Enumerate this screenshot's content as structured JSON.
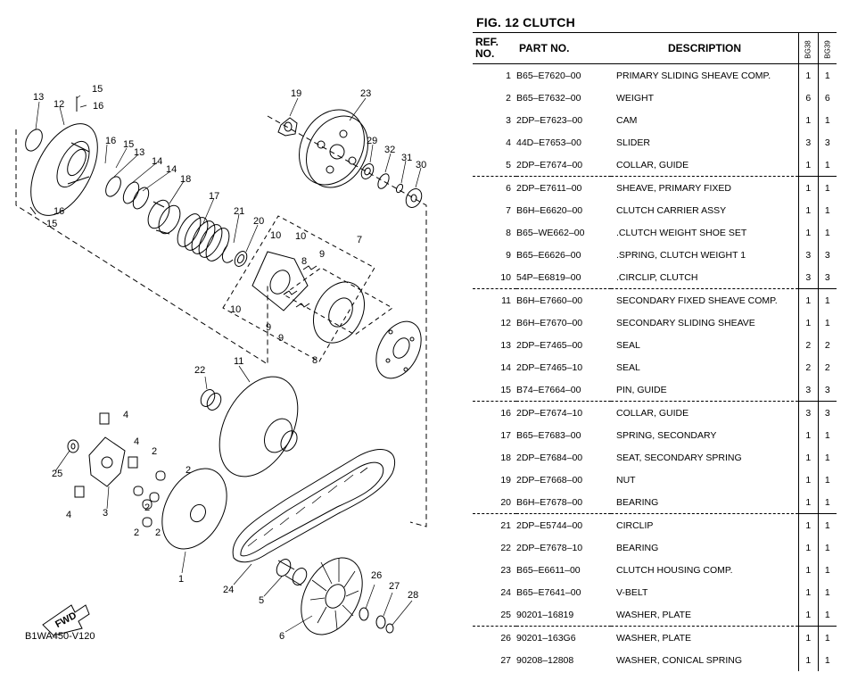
{
  "diagram": {
    "labels": [
      "1",
      "2",
      "2",
      "2",
      "2",
      "2",
      "3",
      "4",
      "4",
      "4",
      "5",
      "6",
      "7",
      "8",
      "8",
      "9",
      "9",
      "9",
      "10",
      "10",
      "10",
      "11",
      "12",
      "13",
      "13",
      "14",
      "14",
      "15",
      "15",
      "15",
      "16",
      "16",
      "16",
      "17",
      "18",
      "19",
      "20",
      "21",
      "22",
      "23",
      "24",
      "25",
      "26",
      "27",
      "28",
      "29",
      "30",
      "31",
      "32"
    ],
    "fwd_label": "FWD",
    "image_code": "B1WA450-V120"
  },
  "parts_panel": {
    "title": "FIG. 12  CLUTCH",
    "headers": {
      "ref_line1": "REF.",
      "ref_line2": "NO.",
      "part_no": "PART NO.",
      "description": "DESCRIPTION",
      "model_a": "BG38",
      "model_b": "BG39"
    },
    "rows": [
      {
        "ref": "1",
        "part_no": "B65–E7620–00",
        "desc": "PRIMARY SLIDING SHEAVE COMP.",
        "qa": "1",
        "qb": "1",
        "group_start": false
      },
      {
        "ref": "2",
        "part_no": "B65–E7632–00",
        "desc": "WEIGHT",
        "qa": "6",
        "qb": "6",
        "group_start": false
      },
      {
        "ref": "3",
        "part_no": "2DP–E7623–00",
        "desc": "CAM",
        "qa": "1",
        "qb": "1",
        "group_start": false
      },
      {
        "ref": "4",
        "part_no": "44D–E7653–00",
        "desc": "SLIDER",
        "qa": "3",
        "qb": "3",
        "group_start": false
      },
      {
        "ref": "5",
        "part_no": "2DP–E7674–00",
        "desc": "COLLAR, GUIDE",
        "qa": "1",
        "qb": "1",
        "group_start": false
      },
      {
        "ref": "6",
        "part_no": "2DP–E7611–00",
        "desc": "SHEAVE, PRIMARY FIXED",
        "qa": "1",
        "qb": "1",
        "group_start": true
      },
      {
        "ref": "7",
        "part_no": "B6H–E6620–00",
        "desc": "CLUTCH CARRIER ASSY",
        "qa": "1",
        "qb": "1",
        "group_start": false
      },
      {
        "ref": "8",
        "part_no": "B65–WE662–00",
        "desc": ".CLUTCH WEIGHT SHOE SET",
        "qa": "1",
        "qb": "1",
        "group_start": false
      },
      {
        "ref": "9",
        "part_no": "B65–E6626–00",
        "desc": ".SPRING, CLUTCH WEIGHT 1",
        "qa": "3",
        "qb": "3",
        "group_start": false
      },
      {
        "ref": "10",
        "part_no": "54P–E6819–00",
        "desc": ".CIRCLIP, CLUTCH",
        "qa": "3",
        "qb": "3",
        "group_start": false
      },
      {
        "ref": "11",
        "part_no": "B6H–E7660–00",
        "desc": "SECONDARY FIXED SHEAVE COMP.",
        "qa": "1",
        "qb": "1",
        "group_start": true
      },
      {
        "ref": "12",
        "part_no": "B6H–E7670–00",
        "desc": "SECONDARY SLIDING SHEAVE",
        "qa": "1",
        "qb": "1",
        "group_start": false
      },
      {
        "ref": "13",
        "part_no": "2DP–E7465–00",
        "desc": "SEAL",
        "qa": "2",
        "qb": "2",
        "group_start": false
      },
      {
        "ref": "14",
        "part_no": "2DP–E7465–10",
        "desc": "SEAL",
        "qa": "2",
        "qb": "2",
        "group_start": false
      },
      {
        "ref": "15",
        "part_no": "B74–E7664–00",
        "desc": "PIN, GUIDE",
        "qa": "3",
        "qb": "3",
        "group_start": false
      },
      {
        "ref": "16",
        "part_no": "2DP–E7674–10",
        "desc": "COLLAR, GUIDE",
        "qa": "3",
        "qb": "3",
        "group_start": true
      },
      {
        "ref": "17",
        "part_no": "B65–E7683–00",
        "desc": "SPRING, SECONDARY",
        "qa": "1",
        "qb": "1",
        "group_start": false
      },
      {
        "ref": "18",
        "part_no": "2DP–E7684–00",
        "desc": "SEAT, SECONDARY SPRING",
        "qa": "1",
        "qb": "1",
        "group_start": false
      },
      {
        "ref": "19",
        "part_no": "2DP–E7668–00",
        "desc": "NUT",
        "qa": "1",
        "qb": "1",
        "group_start": false
      },
      {
        "ref": "20",
        "part_no": "B6H–E7678–00",
        "desc": "BEARING",
        "qa": "1",
        "qb": "1",
        "group_start": false
      },
      {
        "ref": "21",
        "part_no": "2DP–E5744–00",
        "desc": "CIRCLIP",
        "qa": "1",
        "qb": "1",
        "group_start": true
      },
      {
        "ref": "22",
        "part_no": "2DP–E7678–10",
        "desc": "BEARING",
        "qa": "1",
        "qb": "1",
        "group_start": false
      },
      {
        "ref": "23",
        "part_no": "B65–E6611–00",
        "desc": "CLUTCH HOUSING COMP.",
        "qa": "1",
        "qb": "1",
        "group_start": false
      },
      {
        "ref": "24",
        "part_no": "B65–E7641–00",
        "desc": "V-BELT",
        "qa": "1",
        "qb": "1",
        "group_start": false
      },
      {
        "ref": "25",
        "part_no": "90201–16819",
        "desc": "WASHER, PLATE",
        "qa": "1",
        "qb": "1",
        "group_start": false
      },
      {
        "ref": "26",
        "part_no": "90201–163G6",
        "desc": "WASHER, PLATE",
        "qa": "1",
        "qb": "1",
        "group_start": true
      },
      {
        "ref": "27",
        "part_no": "90208–12808",
        "desc": "WASHER, CONICAL SPRING",
        "qa": "1",
        "qb": "1",
        "group_start": false
      }
    ]
  }
}
